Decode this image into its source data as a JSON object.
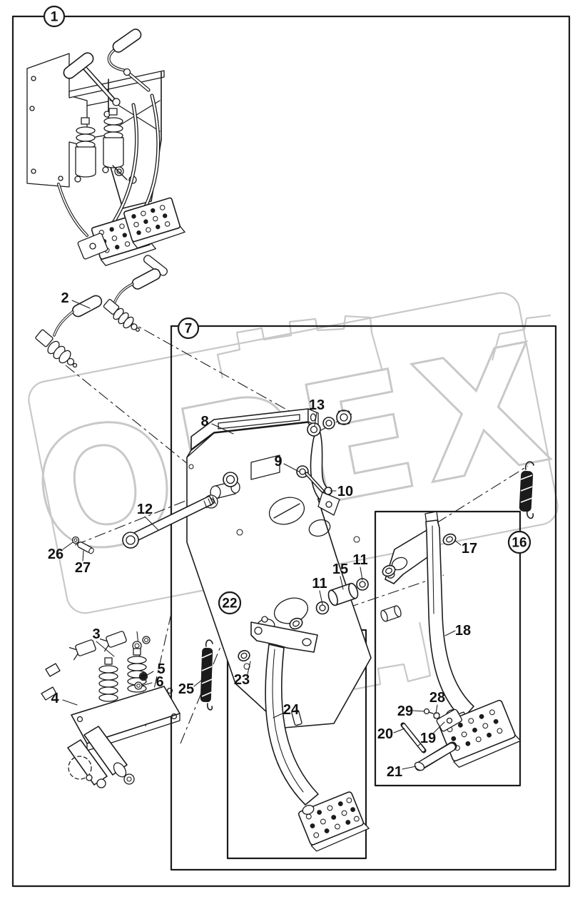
{
  "figure": {
    "watermark_text": "OPEX",
    "colors": {
      "ink": "#1b1b1b",
      "watermark": "#c8c8c8",
      "paper": "#ffffff"
    }
  },
  "callouts": {
    "circled": {
      "c1": "1",
      "c7": "7",
      "c16": "16",
      "c22": "22"
    },
    "plain": {
      "p2": "2",
      "p3": "3",
      "p4": "4",
      "p5": "5",
      "p6": "6",
      "p8": "8",
      "p9": "9",
      "p10": "10",
      "p11a": "11",
      "p11b": "11",
      "p12": "12",
      "p13": "13",
      "p15": "15",
      "p17": "17",
      "p18": "18",
      "p19": "19",
      "p20": "20",
      "p21": "21",
      "p23": "23",
      "p24": "24",
      "p25": "25",
      "p26": "26",
      "p27": "27",
      "p28": "28",
      "p29": "29"
    }
  }
}
